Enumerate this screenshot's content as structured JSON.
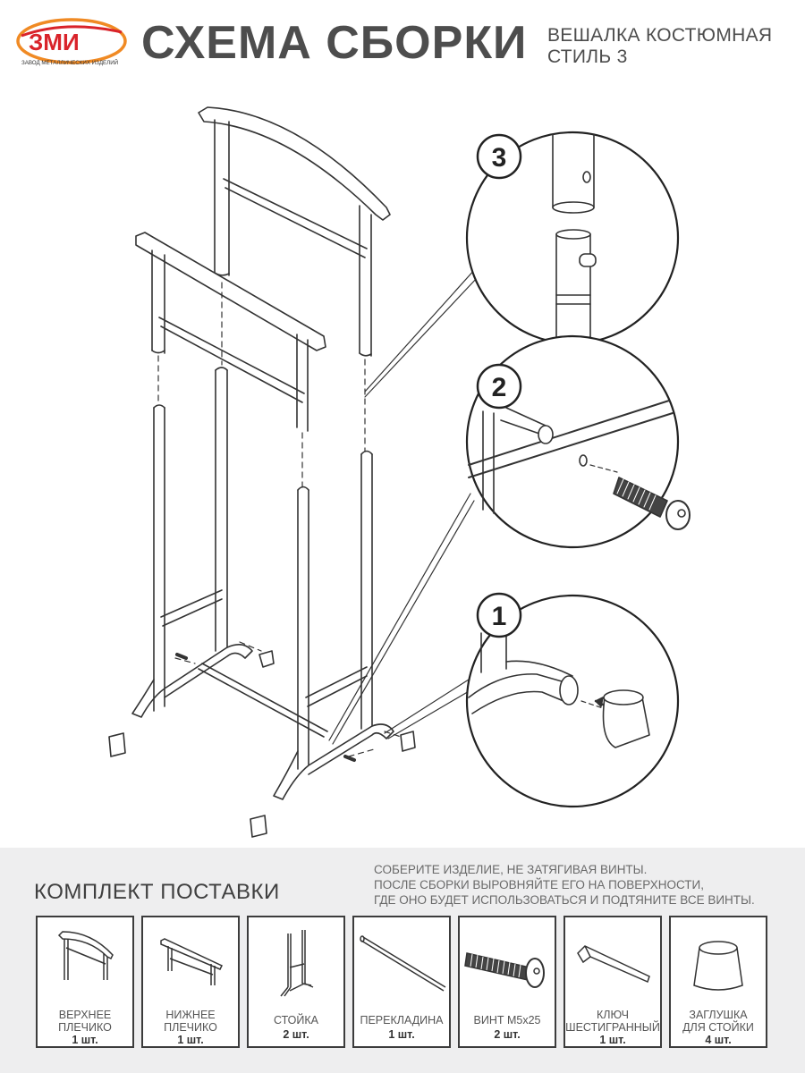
{
  "header": {
    "logo_text": "ЗМИ",
    "logo_subtext": "ЗАВОД МЕТАЛЛИЧЕСКИХ ИЗДЕЛИЙ",
    "title": "СХЕМА СБОРКИ",
    "product_line1": "ВЕШАЛКА КОСТЮМНАЯ",
    "product_line2": "СТИЛЬ 3"
  },
  "details": [
    {
      "number": "3"
    },
    {
      "number": "2"
    },
    {
      "number": "1"
    }
  ],
  "kit": {
    "title": "КОМПЛЕКТ ПОСТАВКИ",
    "note_line1": "СОБЕРИТЕ ИЗДЕЛИЕ, НЕ ЗАТЯГИВАЯ ВИНТЫ.",
    "note_line2": "ПОСЛЕ СБОРКИ ВЫРОВНЯЙТЕ ЕГО НА ПОВЕРХНОСТИ,",
    "note_line3": "ГДЕ ОНО БУДЕТ ИСПОЛЬЗОВАТЬСЯ И ПОДТЯНИТЕ ВСЕ ВИНТЫ.",
    "items": [
      {
        "name1": "ВЕРХНЕЕ",
        "name2": "ПЛЕЧИКО",
        "qty": "1 шт."
      },
      {
        "name1": "НИЖНЕЕ",
        "name2": "ПЛЕЧИКО",
        "qty": "1 шт."
      },
      {
        "name1": "",
        "name2": "СТОЙКА",
        "qty": "2 шт."
      },
      {
        "name1": "",
        "name2": "ПЕРЕКЛАДИНА",
        "qty": "1 шт."
      },
      {
        "name1": "",
        "name2": "ВИНТ М5х25",
        "qty": "2 шт."
      },
      {
        "name1": "КЛЮЧ",
        "name2": "ШЕСТИГРАННЫЙ",
        "qty": "1 шт."
      },
      {
        "name1": "ЗАГЛУШКА",
        "name2": "ДЛЯ СТОЙКИ",
        "qty": "4 шт."
      }
    ]
  },
  "colors": {
    "logo_red": "#d9232a",
    "logo_orange": "#f08a24",
    "text": "#4d4d4d",
    "panel": "#eeeeef"
  }
}
